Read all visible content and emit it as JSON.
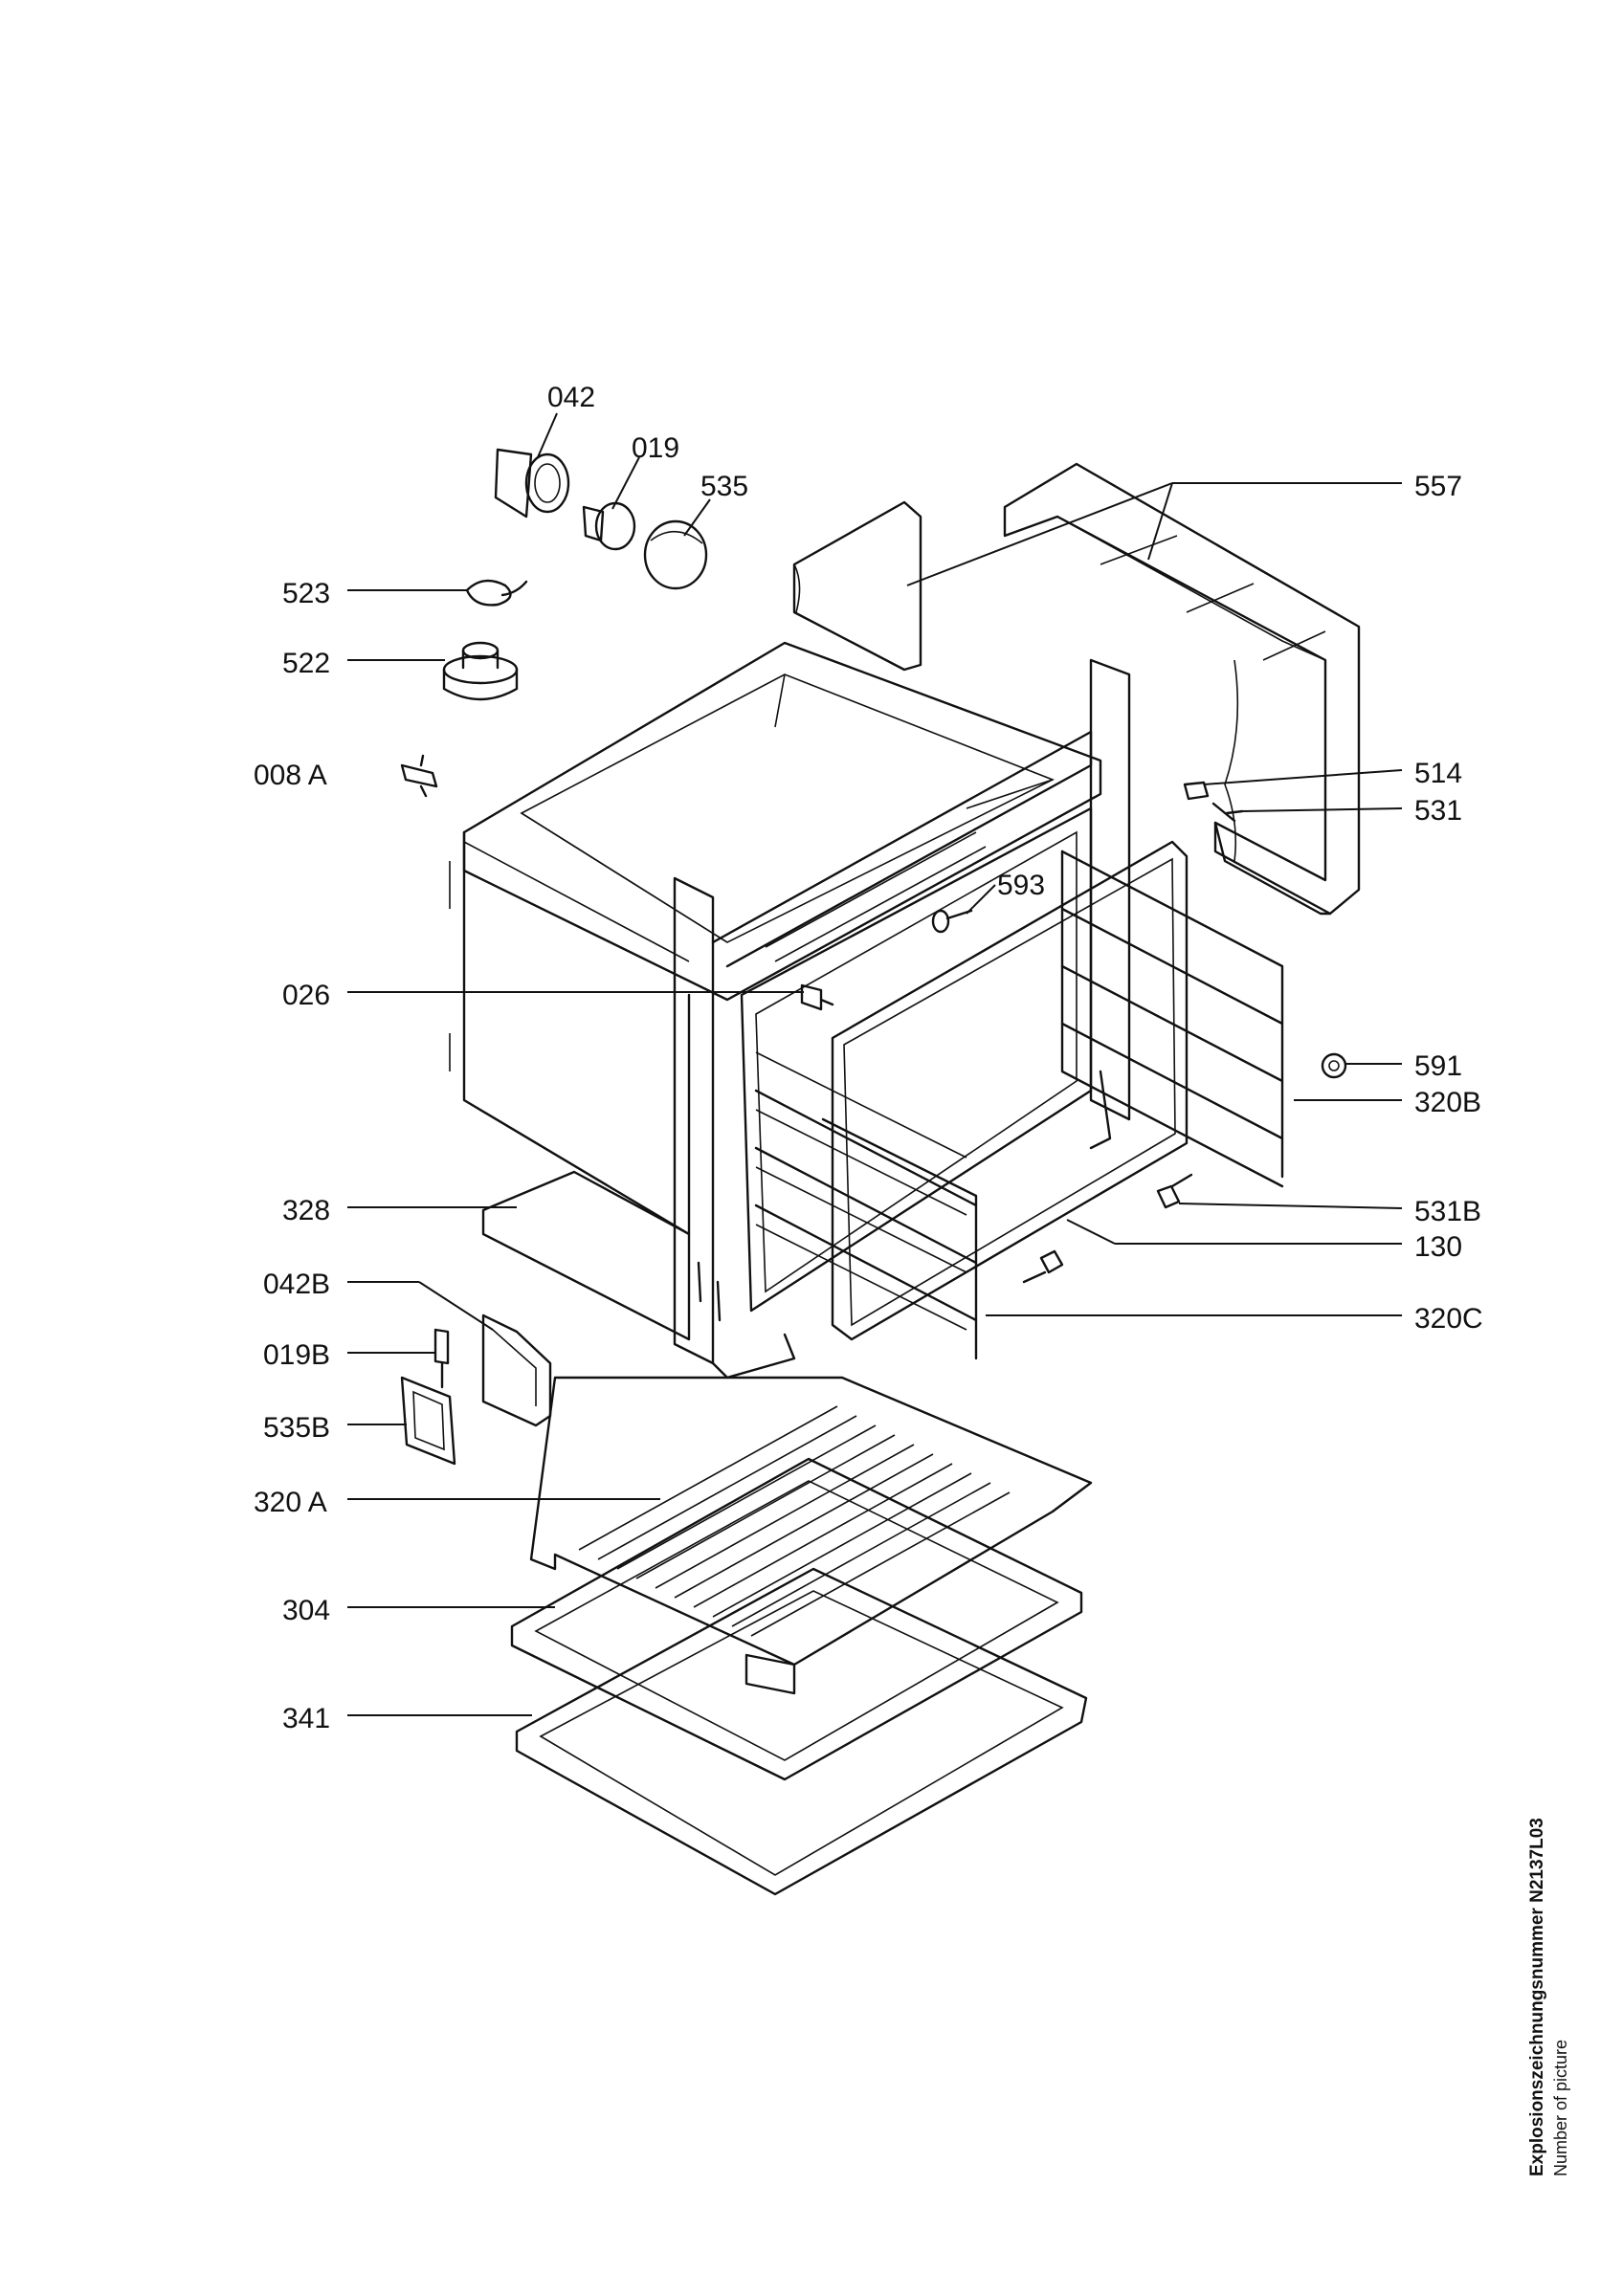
{
  "labels": {
    "l042": "042",
    "l019": "019",
    "l535": "535",
    "l557": "557",
    "l523": "523",
    "l522": "522",
    "l008a": "008 A",
    "l514": "514",
    "l531": "531",
    "l593": "593",
    "l026": "026",
    "l591": "591",
    "l320b": "320B",
    "l328": "328",
    "l531b": "531B",
    "l130": "130",
    "l042b": "042B",
    "l320c": "320C",
    "l019b": "019B",
    "l535b": "535B",
    "l320a": "320 A",
    "l304": "304",
    "l341": "341"
  },
  "footer": {
    "drawing_number_label": "Explosionszeichnungsnummer N2137L03",
    "number_of_picture": "Number of picture"
  }
}
